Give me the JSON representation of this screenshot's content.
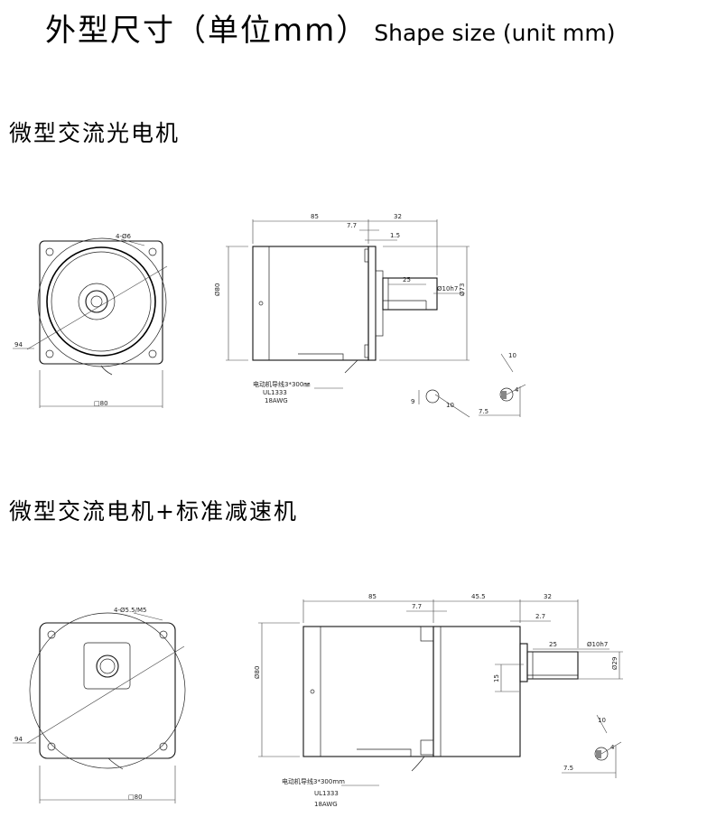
{
  "page": {
    "title_cn": "外型尺寸（单位mm）",
    "title_en": "Shape size (unit mm)"
  },
  "section1": {
    "title": "微型交流光电机",
    "front": {
      "holes": "4-Ø6",
      "diameter": "94",
      "square": "□80"
    },
    "side": {
      "d85": "85",
      "d7_7": "7.7",
      "d32": "32",
      "d1_5": "1.5",
      "d25": "25",
      "shaft": "Ø10h7",
      "flange": "Ø73",
      "body": "Ø80",
      "wire_line1": "电动机导线3*300㎜",
      "wire_line2": "UL1333",
      "wire_line3": "18AWG"
    },
    "details": {
      "d9": "9",
      "d10": "10",
      "d10b": "10",
      "d4": "4",
      "d7_5": "7.5"
    }
  },
  "section2": {
    "title": "微型交流电机+标准减速机",
    "front": {
      "holes": "4-Ø5.5/M5",
      "diameter": "94",
      "square": "□80"
    },
    "side": {
      "d85": "85",
      "d7_7": "7.7",
      "d45_5": "45.5",
      "d32": "32",
      "d2_7": "2.7",
      "d25": "25",
      "shaft": "Ø10h7",
      "hub": "Ø29",
      "d15": "15",
      "body": "Ø80",
      "wire_line1": "电动机导线3*300mm",
      "wire_line2": "UL1333",
      "wire_line3": "18AWG"
    },
    "details": {
      "d10": "10",
      "d4": "4",
      "d7_5": "7.5"
    }
  }
}
